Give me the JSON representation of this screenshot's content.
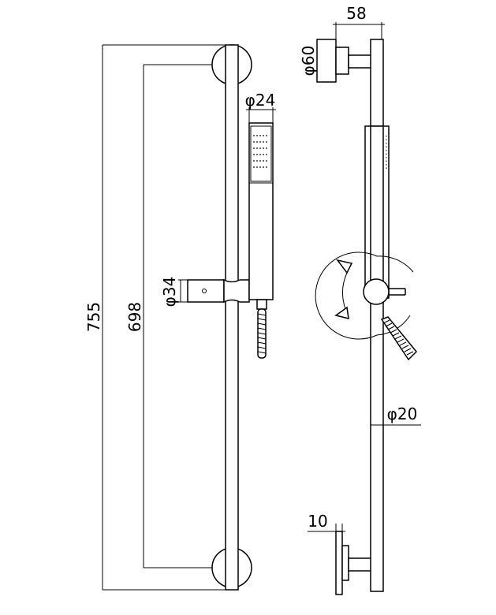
{
  "drawing": {
    "dimensions": {
      "total_length": "755",
      "bracket_spacing": "698",
      "slider_diameter": "φ34",
      "handshower_diameter": "φ24",
      "wall_flange_diameter": "φ60",
      "wall_projection": "58",
      "rail_diameter": "φ20",
      "flange_thickness": "10"
    }
  }
}
